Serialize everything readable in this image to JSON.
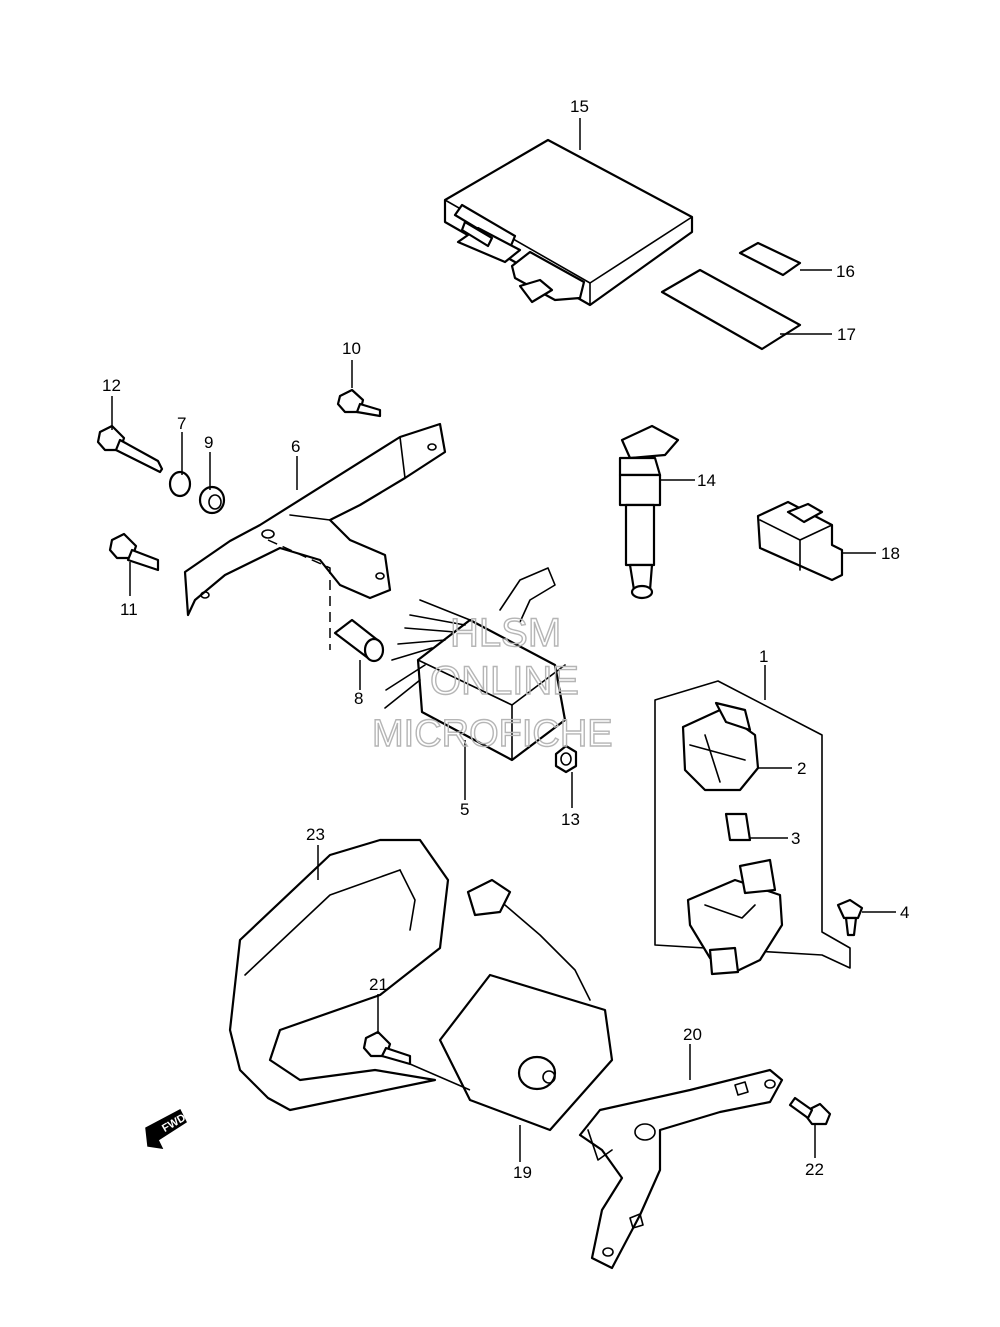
{
  "callouts": [
    "1",
    "2",
    "3",
    "4",
    "5",
    "6",
    "7",
    "8",
    "9",
    "10",
    "11",
    "12",
    "13",
    "14",
    "15",
    "16",
    "17",
    "18",
    "19",
    "20",
    "21",
    "22",
    "23"
  ],
  "watermark": {
    "line1": "HLSM",
    "line2": "ONLINE",
    "line3": "MICROFICHE"
  },
  "direction_marker": "FWD",
  "colors": {
    "line": "#000000",
    "background": "#ffffff",
    "watermark": "#b5b5b5"
  }
}
